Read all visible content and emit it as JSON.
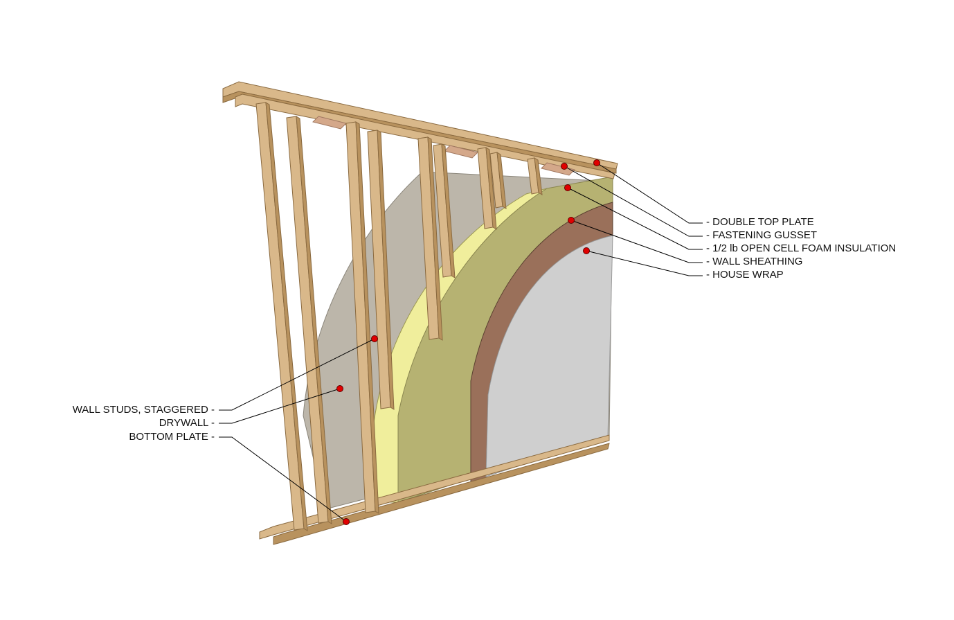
{
  "labels_right": [
    {
      "id": "double-top-plate",
      "text": "- DOUBLE TOP PLATE"
    },
    {
      "id": "fastening-gusset",
      "text": "- FASTENING GUSSET"
    },
    {
      "id": "foam-insulation",
      "text": "- 1/2 lb OPEN CELL FOAM INSULATION"
    },
    {
      "id": "wall-sheathing",
      "text": "- WALL SHEATHING"
    },
    {
      "id": "house-wrap",
      "text": "- HOUSE WRAP"
    }
  ],
  "labels_left": [
    {
      "id": "wall-studs",
      "text": "WALL STUDS, STAGGERED -"
    },
    {
      "id": "drywall",
      "text": "DRYWALL -"
    },
    {
      "id": "bottom-plate",
      "text": "BOTTOM PLATE -"
    }
  ],
  "colors": {
    "wood": "#d9b88a",
    "wood_dark": "#b8925e",
    "wood_edge": "#8a6a40",
    "drywall": "#bcb6aa",
    "foam_yellow": "#f0ee9c",
    "foam_olive": "#b6b272",
    "sheathing": "#9a705a",
    "house_wrap": "#cfcfcf",
    "gusset": "#d4a88a",
    "dot": "#e00000",
    "line": "#000000"
  }
}
